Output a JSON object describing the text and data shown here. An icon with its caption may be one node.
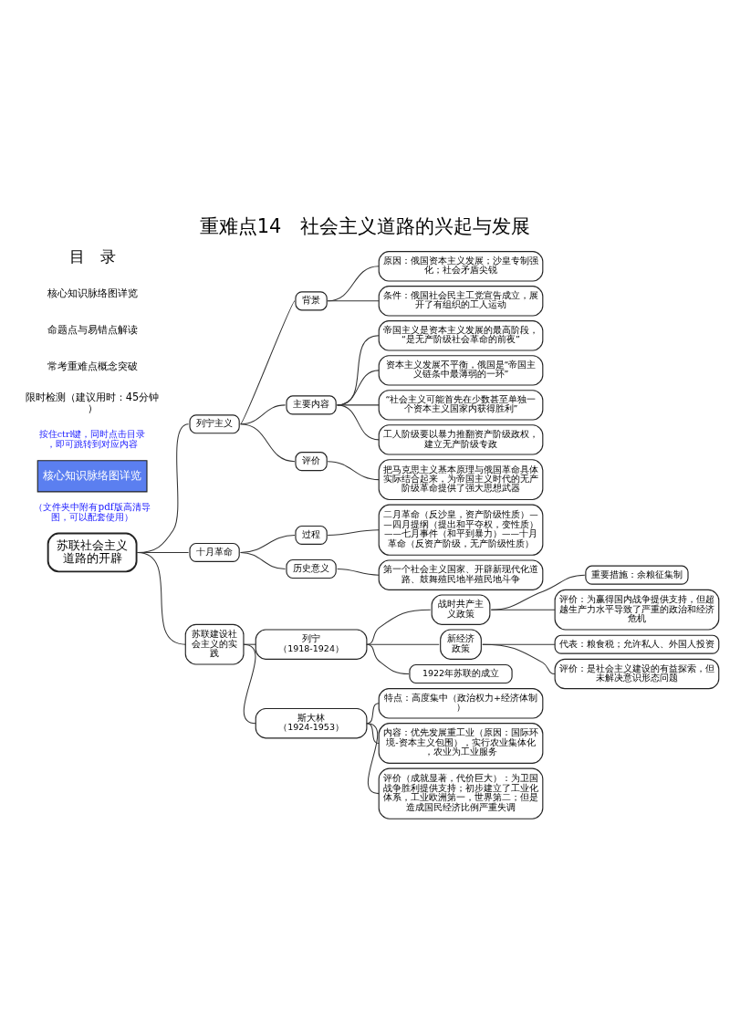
{
  "diagram": {
    "title": "重难点14　社会主义道路的兴起与发展",
    "nodes": [
      {
        "text": [
          "苏联社会主义道路的开辟"
        ]
      },
      {
        "text": [
          "列宁主义"
        ]
      },
      {
        "text": [
          "背景"
        ]
      },
      {
        "text": [
          "原因：俄国资本主义发展；沙皇专制强化；社会矛盾尖锐"
        ]
      },
      {
        "text": [
          "条件：俄国社会民主工党宣告成立，展开了有组织的工人运动"
        ]
      },
      {
        "text": [
          "主要内容"
        ]
      },
      {
        "text": [
          "帝国主义是资本主义发展的最高阶段，“是无产阶级社会革命的前夜”"
        ]
      },
      {
        "text": [
          "资本主义发展不平衡，俄国是“帝国主义链条中最薄弱的一环”"
        ]
      },
      {
        "text": [
          "“社会主义可能首先在少数甚至单独一个资本主义国家内获得胜利”"
        ]
      },
      {
        "text": [
          "工人阶级要以暴力推翻资产阶级政权，建立无产阶级专政"
        ]
      },
      {
        "text": [
          "评价"
        ]
      },
      {
        "text": [
          "把马克思主义基本原理与俄国革命具体实际结合起来，为帝国主义时代的无产阶级革命提供了强大思想武器"
        ]
      },
      {
        "text": [
          "十月革命"
        ]
      },
      {
        "text": [
          "过程"
        ]
      },
      {
        "text": [
          "二月革命（反沙皇，资产阶级性质）——四月提纲（提出和平夺权，变性质）——七月事件（和平到暴力）——十月革命（反资产阶级，无产阶级性质）"
        ]
      },
      {
        "text": [
          "历史意义"
        ]
      },
      {
        "text": [
          "第一个社会主义国家、开辟新现代化道路、鼓舞殖民地半殖民地斗争"
        ]
      },
      {
        "text": [
          "苏联建设社会主义的实践"
        ]
      },
      {
        "text": [
          "列宁",
          "（1918-1924）"
        ]
      },
      {
        "text": [
          "战时共产主义政策"
        ]
      },
      {
        "text": [
          "重要措施：余粮征集制"
        ]
      },
      {
        "text": [
          "评价：为赢得国内战争提供支持，但超越生产力水平导致了严重的政治和经济危机"
        ]
      },
      {
        "text": [
          "新经济政策"
        ]
      },
      {
        "text": [
          "代表：粮食税；允许私人、外国人投资"
        ]
      },
      {
        "text": [
          "评价：是社会主义建设的有益探索，但未解决意识形态问题"
        ]
      },
      {
        "text": [
          "1922年苏联的成立"
        ]
      },
      {
        "text": [
          "斯大林",
          "（1924-1953）"
        ]
      },
      {
        "text": [
          "特点：高度集中（政治权力+经济体制）"
        ]
      },
      {
        "text": [
          "内容：优先发展重工业（原因：国际环境-资本主义包围），实行农业集体化，农业为工业服务"
        ]
      },
      {
        "text": [
          "评价（成就显著，代价巨大）：为卫国战争胜利提供支持；初步建立了工业化体系，工业欧洲第一，世界第二；但是造成国民经济比例严重失调"
        ]
      }
    ],
    "edges": [
      {
        "from": 0,
        "to": 1,
        "arrow": "none"
      },
      {
        "from": 1,
        "to": 2,
        "arrow": "none"
      },
      {
        "from": 2,
        "to": 3,
        "arrow": "none"
      },
      {
        "from": 2,
        "to": 4,
        "arrow": "none"
      },
      {
        "from": 1,
        "to": 5,
        "arrow": "none"
      },
      {
        "from": 5,
        "to": 6,
        "arrow": "none"
      },
      {
        "from": 5,
        "to": 7,
        "arrow": "none"
      },
      {
        "from": 5,
        "to": 8,
        "arrow": "none"
      },
      {
        "from": 5,
        "to": 9,
        "arrow": "none"
      },
      {
        "from": 1,
        "to": 10,
        "arrow": "none"
      },
      {
        "from": 10,
        "to": 11,
        "arrow": "none"
      },
      {
        "from": 0,
        "to": 12,
        "arrow": "none"
      },
      {
        "from": 12,
        "to": 13,
        "arrow": "none"
      },
      {
        "from": 13,
        "to": 14,
        "arrow": "none"
      },
      {
        "from": 12,
        "to": 15,
        "arrow": "none"
      },
      {
        "from": 15,
        "to": 16,
        "arrow": "none"
      },
      {
        "from": 0,
        "to": 17,
        "arrow": "none"
      },
      {
        "from": 17,
        "to": 18,
        "arrow": "none"
      },
      {
        "from": 18,
        "to": 19,
        "arrow": "none"
      },
      {
        "from": 19,
        "to": 20,
        "arrow": "none"
      },
      {
        "from": 19,
        "to": 21,
        "arrow": "none"
      },
      {
        "from": 18,
        "to": 22,
        "arrow": "none"
      },
      {
        "from": 22,
        "to": 23,
        "arrow": "none"
      },
      {
        "from": 22,
        "to": 24,
        "arrow": "none"
      },
      {
        "from": 18,
        "to": 25,
        "arrow": "none"
      },
      {
        "from": 17,
        "to": 26,
        "arrow": "none"
      },
      {
        "from": 26,
        "to": 27,
        "arrow": "none"
      },
      {
        "from": 26,
        "to": 28,
        "arrow": "none"
      },
      {
        "from": 26,
        "to": 29,
        "arrow": "none"
      }
    ],
    "labels": [
      "目　录",
      "核心知识脉络图详览",
      "命题点与易错点解读",
      "常考重难点概念突破",
      "限时检测（建议用时：45分钟）",
      "按住ctrl键，同时点击目录，即可跳转到对应内容",
      "核心知识脉络图详览",
      "（文件夹中附有pdf版高清导图，可以配套使用）"
    ]
  }
}
